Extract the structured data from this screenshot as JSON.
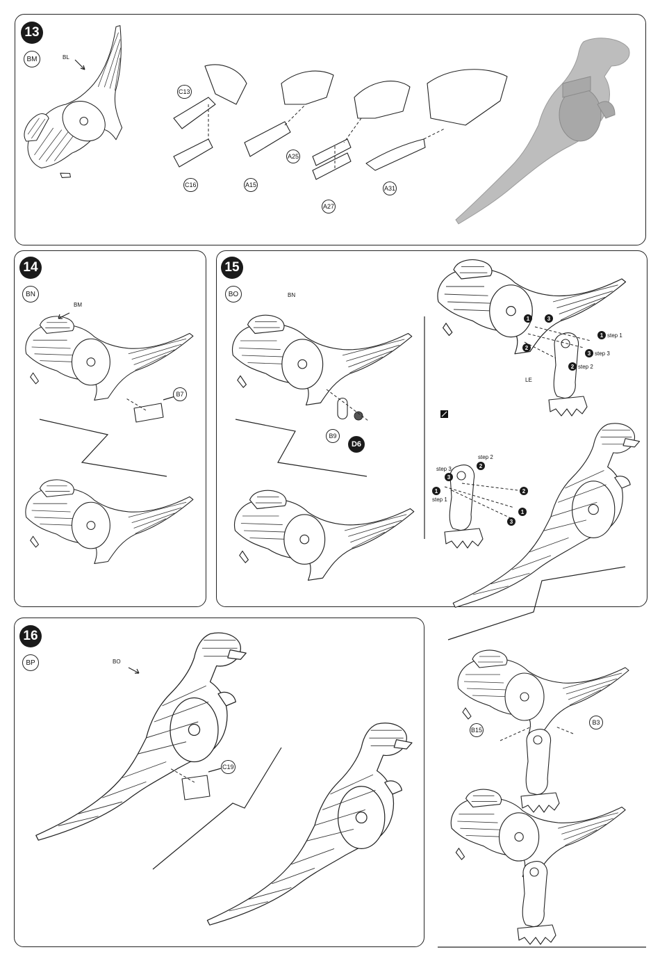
{
  "steps": {
    "s13": {
      "number": "13",
      "code": "BM",
      "callout": "BL",
      "parts": [
        "C13",
        "C16",
        "A15",
        "A25",
        "A27",
        "A31"
      ]
    },
    "s14": {
      "number": "14",
      "code": "BN",
      "callout": "BM",
      "parts": [
        "B7"
      ]
    },
    "s15": {
      "number": "15",
      "code": "BO",
      "callout": "BN",
      "parts": [
        "B9",
        "D6"
      ],
      "leg_callout": "LE",
      "step_labels": {
        "step1": "step 1",
        "step2": "step 2",
        "step3": "step 3"
      },
      "markers": [
        "1",
        "2",
        "3"
      ],
      "leg_parts": [
        "B15",
        "B3"
      ]
    },
    "s16": {
      "number": "16",
      "code": "BP",
      "callout": "BO",
      "parts": [
        "C19"
      ]
    }
  },
  "icons": [
    "dinosaur-model-icon",
    "arrow-icon",
    "small-square-icon"
  ]
}
